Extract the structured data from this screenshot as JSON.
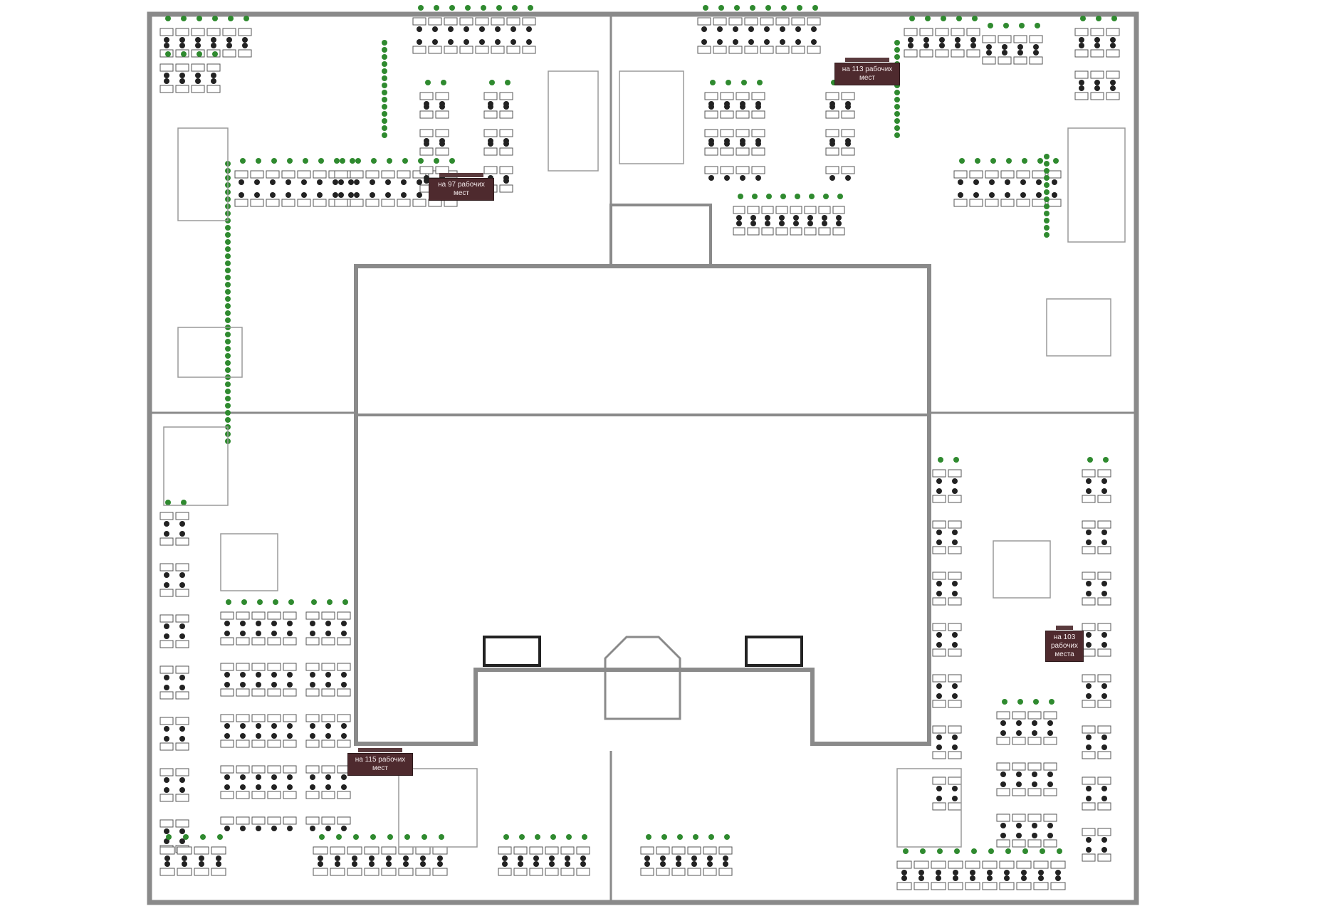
{
  "plan": {
    "capacity_labels": [
      {
        "id": "north-east",
        "text": "на 113 рабочих мест"
      },
      {
        "id": "north-west",
        "text": "на 97 рабочих мест"
      },
      {
        "id": "south-west",
        "text": "на 115 рабочих мест"
      },
      {
        "id": "east",
        "text": "на 103 рабочих места"
      }
    ],
    "colors": {
      "wall": "#8a8a8a",
      "plant": "#2f8a2f",
      "desk": "#555555",
      "label_bg": "#4e2a2e"
    }
  }
}
